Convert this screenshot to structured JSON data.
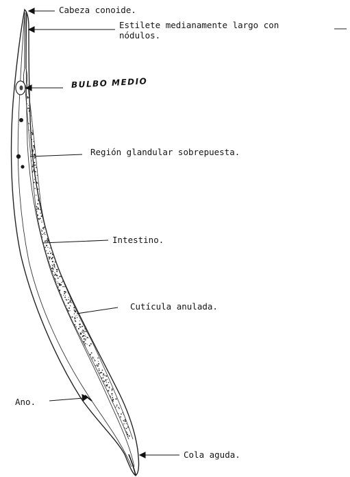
{
  "diagram": {
    "labels": {
      "cabeza": "Cabeza conoide.",
      "estilete_line1": "Estilete medianamente largo con",
      "estilete_line2": "nódulos.",
      "bulbo": "BULBO MEDIO",
      "region": "Región glandular sobrepuesta.",
      "intestino": "Intestino.",
      "cuticula": "Cutícula anulada.",
      "ano": "Ano.",
      "cola": "Cola aguda."
    }
  }
}
